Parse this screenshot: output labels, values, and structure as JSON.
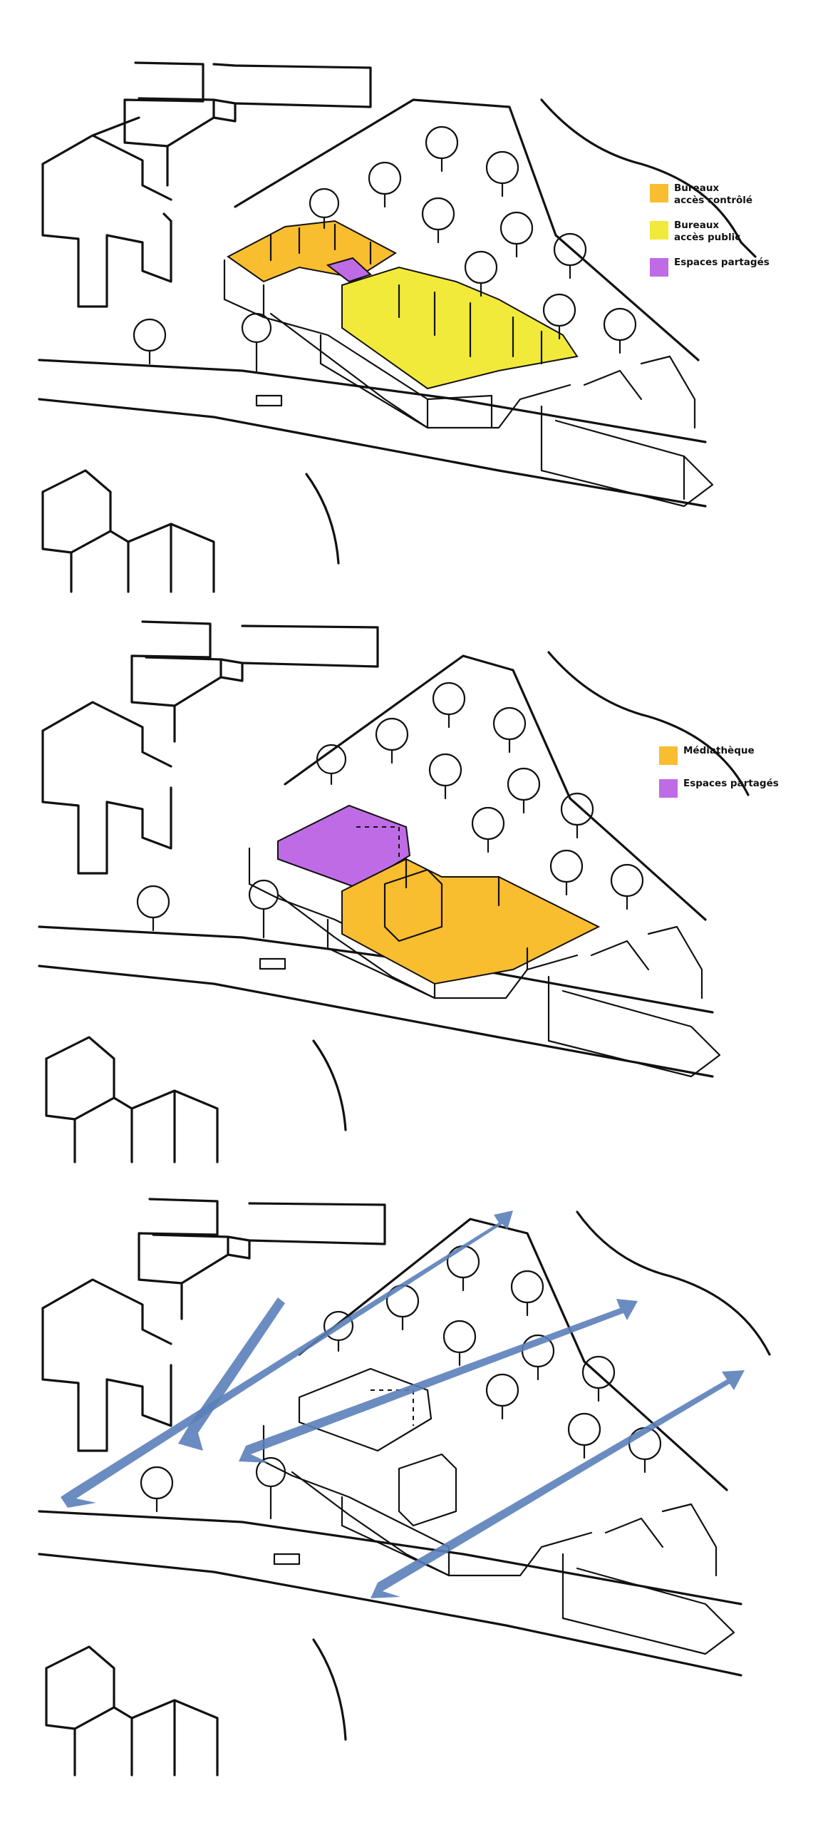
{
  "colors": {
    "orange": "#f9bd30",
    "yellow": "#f2ea3a",
    "purple": "#bf6be6",
    "blue_arrow": "#5b7fb9",
    "ink": "#111111"
  },
  "panels": [
    {
      "legend": [
        {
          "label": "Bureaux\naccès contrôlé",
          "color": "#f9bd30"
        },
        {
          "label": "Bureaux\naccès public",
          "color": "#f2ea3a"
        },
        {
          "label": "Espaces partagés",
          "color": "#bf6be6"
        }
      ]
    },
    {
      "legend": [
        {
          "label": "Médiathèque",
          "color": "#f9bd30"
        },
        {
          "label": "Espaces partagés",
          "color": "#bf6be6"
        }
      ]
    },
    {
      "legend": []
    }
  ]
}
